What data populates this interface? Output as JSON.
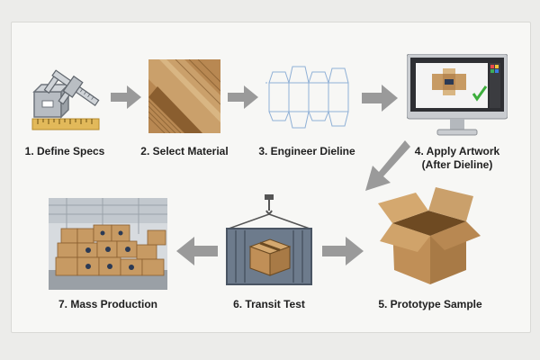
{
  "steps": [
    {
      "id": 1,
      "label": "1. Define Specs",
      "icon": "caliper-ruler-box-icon"
    },
    {
      "id": 2,
      "label": "2. Select Material",
      "icon": "corrugated-sheets-icon"
    },
    {
      "id": 3,
      "label": "3. Engineer Dieline",
      "icon": "dieline-drawing-icon"
    },
    {
      "id": 4,
      "label": "4. Apply Artwork",
      "label_sub": "(After Dieline)",
      "icon": "monitor-artwork-icon"
    },
    {
      "id": 5,
      "label": "5. Prototype Sample",
      "icon": "open-box-icon"
    },
    {
      "id": 6,
      "label": "6. Transit Test",
      "icon": "container-crane-icon"
    },
    {
      "id": 7,
      "label": "7. Mass Production",
      "icon": "warehouse-pallets-icon"
    }
  ],
  "colors": {
    "arrow": "#9a9a9a",
    "cardboard": "#c79a63",
    "cardboard_dark": "#a87a46",
    "dieline": "#8fb0d6",
    "container": "#6d7b8c",
    "check": "#3cae3c"
  }
}
